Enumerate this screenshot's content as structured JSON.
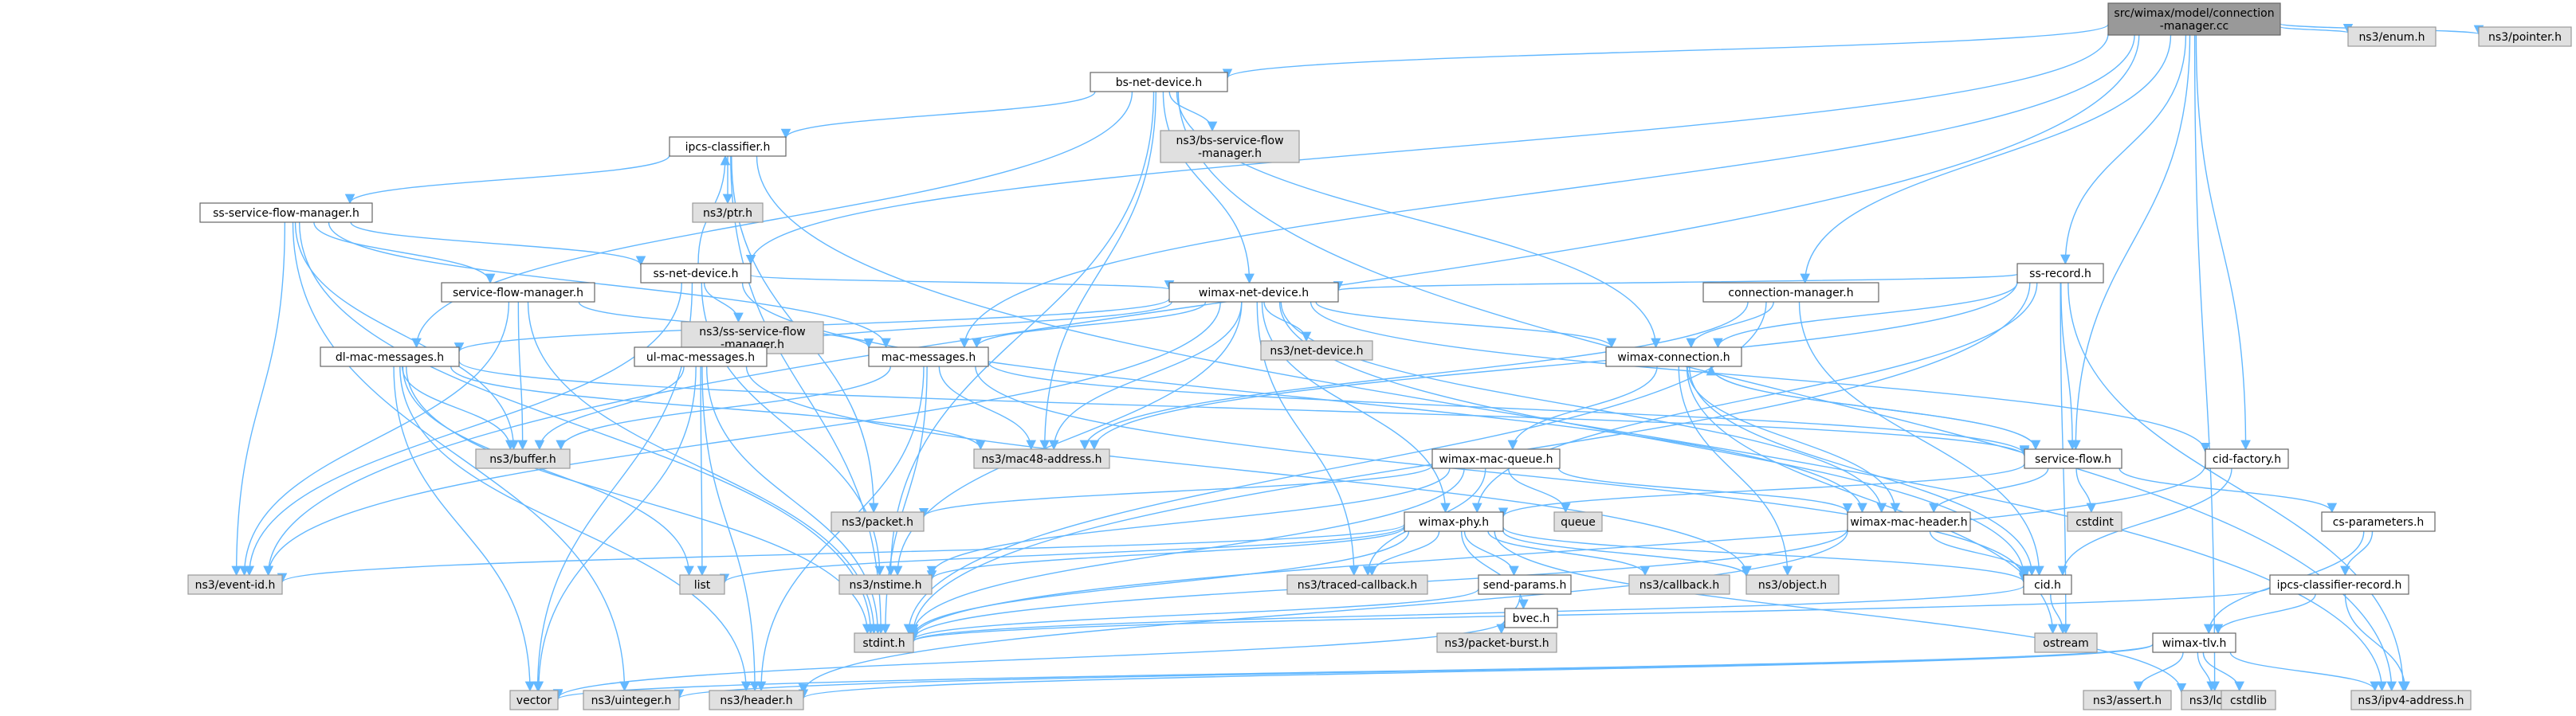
{
  "diagram": {
    "style": {
      "edge_color": "#63b8ff",
      "root_fill": "#999999",
      "root_stroke": "#666666",
      "doc_fill": "#ffffff",
      "doc_stroke": "#666666",
      "ext_fill": "#e0e0e0",
      "ext_stroke": "#999999"
    },
    "nodes": [
      {
        "id": "root",
        "kind": "root",
        "lines": [
          "src/wimax/model/connection",
          "-manager.cc"
        ]
      },
      {
        "id": "bs",
        "kind": "doc",
        "lines": [
          "bs-net-device.h"
        ]
      },
      {
        "id": "enum",
        "kind": "ext",
        "lines": [
          "ns3/enum.h"
        ]
      },
      {
        "id": "pointer",
        "kind": "ext",
        "lines": [
          "ns3/pointer.h"
        ]
      },
      {
        "id": "bssf",
        "kind": "ext",
        "lines": [
          "ns3/bs-service-flow",
          "-manager.h"
        ]
      },
      {
        "id": "ipcs",
        "kind": "doc",
        "lines": [
          "ipcs-classifier.h"
        ]
      },
      {
        "id": "ptr",
        "kind": "ext",
        "lines": [
          "ns3/ptr.h"
        ]
      },
      {
        "id": "sssfm",
        "kind": "doc",
        "lines": [
          "ss-service-flow-manager.h"
        ]
      },
      {
        "id": "ssnet",
        "kind": "doc",
        "lines": [
          "ss-net-device.h"
        ]
      },
      {
        "id": "sssf",
        "kind": "ext",
        "lines": [
          "ns3/ss-service-flow",
          "-manager.h"
        ]
      },
      {
        "id": "sfm",
        "kind": "doc",
        "lines": [
          "service-flow-manager.h"
        ]
      },
      {
        "id": "ssrec",
        "kind": "doc",
        "lines": [
          "ss-record.h"
        ]
      },
      {
        "id": "cm",
        "kind": "doc",
        "lines": [
          "connection-manager.h"
        ]
      },
      {
        "id": "wnd",
        "kind": "doc",
        "lines": [
          "wimax-net-device.h"
        ]
      },
      {
        "id": "netdev",
        "kind": "ext",
        "lines": [
          "ns3/net-device.h"
        ]
      },
      {
        "id": "dl",
        "kind": "doc",
        "lines": [
          "dl-mac-messages.h"
        ]
      },
      {
        "id": "ul",
        "kind": "doc",
        "lines": [
          "ul-mac-messages.h"
        ]
      },
      {
        "id": "macmsg",
        "kind": "doc",
        "lines": [
          "mac-messages.h"
        ]
      },
      {
        "id": "wconn",
        "kind": "doc",
        "lines": [
          "wimax-connection.h"
        ]
      },
      {
        "id": "buffer",
        "kind": "ext",
        "lines": [
          "ns3/buffer.h"
        ]
      },
      {
        "id": "mac48",
        "kind": "ext",
        "lines": [
          "ns3/mac48-address.h"
        ]
      },
      {
        "id": "wmq",
        "kind": "doc",
        "lines": [
          "wimax-mac-queue.h"
        ]
      },
      {
        "id": "sf",
        "kind": "doc",
        "lines": [
          "service-flow.h"
        ]
      },
      {
        "id": "cidf",
        "kind": "doc",
        "lines": [
          "cid-factory.h"
        ]
      },
      {
        "id": "packet",
        "kind": "ext",
        "lines": [
          "ns3/packet.h"
        ]
      },
      {
        "id": "queue",
        "kind": "ext",
        "lines": [
          "queue"
        ]
      },
      {
        "id": "cstdint",
        "kind": "ext",
        "lines": [
          "cstdint"
        ]
      },
      {
        "id": "wphy",
        "kind": "doc",
        "lines": [
          "wimax-phy.h"
        ]
      },
      {
        "id": "wmh",
        "kind": "doc",
        "lines": [
          "wimax-mac-header.h"
        ]
      },
      {
        "id": "csp",
        "kind": "doc",
        "lines": [
          "cs-parameters.h"
        ]
      },
      {
        "id": "eventid",
        "kind": "ext",
        "lines": [
          "ns3/event-id.h"
        ]
      },
      {
        "id": "list",
        "kind": "ext",
        "lines": [
          "list"
        ]
      },
      {
        "id": "nstime",
        "kind": "ext",
        "lines": [
          "ns3/nstime.h"
        ]
      },
      {
        "id": "traced",
        "kind": "ext",
        "lines": [
          "ns3/traced-callback.h"
        ]
      },
      {
        "id": "sendp",
        "kind": "doc",
        "lines": [
          "send-params.h"
        ]
      },
      {
        "id": "callback",
        "kind": "ext",
        "lines": [
          "ns3/callback.h"
        ]
      },
      {
        "id": "object",
        "kind": "ext",
        "lines": [
          "ns3/object.h"
        ]
      },
      {
        "id": "cid",
        "kind": "doc",
        "lines": [
          "cid.h"
        ]
      },
      {
        "id": "ipcsrec",
        "kind": "doc",
        "lines": [
          "ipcs-classifier-record.h"
        ]
      },
      {
        "id": "stdint",
        "kind": "ext",
        "lines": [
          "stdint.h"
        ]
      },
      {
        "id": "ostream",
        "kind": "ext",
        "lines": [
          "ostream"
        ]
      },
      {
        "id": "pburst",
        "kind": "ext",
        "lines": [
          "ns3/packet-burst.h"
        ]
      },
      {
        "id": "bvec",
        "kind": "doc",
        "lines": [
          "bvec.h"
        ]
      },
      {
        "id": "tlv",
        "kind": "doc",
        "lines": [
          "wimax-tlv.h"
        ]
      },
      {
        "id": "vector",
        "kind": "ext",
        "lines": [
          "vector"
        ]
      },
      {
        "id": "uinteger",
        "kind": "ext",
        "lines": [
          "ns3/uinteger.h"
        ]
      },
      {
        "id": "header",
        "kind": "ext",
        "lines": [
          "ns3/header.h"
        ]
      },
      {
        "id": "log",
        "kind": "ext",
        "lines": [
          "ns3/log.h"
        ]
      },
      {
        "id": "assert",
        "kind": "ext",
        "lines": [
          "ns3/assert.h"
        ]
      },
      {
        "id": "cstdlib",
        "kind": "ext",
        "lines": [
          "cstdlib"
        ]
      },
      {
        "id": "ipv4",
        "kind": "ext",
        "lines": [
          "ns3/ipv4-address.h"
        ]
      }
    ],
    "edges": [
      [
        "root",
        "bs"
      ],
      [
        "root",
        "enum"
      ],
      [
        "root",
        "pointer"
      ],
      [
        "root",
        "ssnet"
      ],
      [
        "root",
        "macmsg"
      ],
      [
        "root",
        "eventid"
      ],
      [
        "root",
        "ssrec"
      ],
      [
        "root",
        "cm"
      ],
      [
        "root",
        "sf"
      ],
      [
        "root",
        "cidf"
      ],
      [
        "root",
        "log"
      ],
      [
        "bs",
        "bssf"
      ],
      [
        "bs",
        "ipcs"
      ],
      [
        "bs",
        "wnd"
      ],
      [
        "bs",
        "mac48"
      ],
      [
        "bs",
        "nstime"
      ],
      [
        "bs",
        "dl"
      ],
      [
        "bs",
        "wconn"
      ],
      [
        "bs",
        "ipv4"
      ],
      [
        "ipcs",
        "ptr"
      ],
      [
        "ipcs",
        "sssfm"
      ],
      [
        "ipcs",
        "packet"
      ],
      [
        "ipcs",
        "stdint"
      ],
      [
        "ipcs",
        "ipv4"
      ],
      [
        "sssfm",
        "ssnet"
      ],
      [
        "sssfm",
        "sfm"
      ],
      [
        "sssfm",
        "macmsg"
      ],
      [
        "sssfm",
        "buffer"
      ],
      [
        "sssfm",
        "eventid"
      ],
      [
        "sssfm",
        "stdint"
      ],
      [
        "sssfm",
        "uinteger"
      ],
      [
        "ssnet",
        "ipcs"
      ],
      [
        "ssnet",
        "sssf"
      ],
      [
        "ssnet",
        "wnd"
      ],
      [
        "ssnet",
        "eventid"
      ],
      [
        "ssnet",
        "nstime"
      ],
      [
        "ssnet",
        "wmh"
      ],
      [
        "ssnet",
        "vector"
      ],
      [
        "sfm",
        "macmsg"
      ],
      [
        "sfm",
        "buffer"
      ],
      [
        "sfm",
        "eventid"
      ],
      [
        "sfm",
        "stdint"
      ],
      [
        "ssrec",
        "wnd"
      ],
      [
        "ssrec",
        "mac48"
      ],
      [
        "ssrec",
        "wconn"
      ],
      [
        "ssrec",
        "sf"
      ],
      [
        "ssrec",
        "wphy"
      ],
      [
        "ssrec",
        "stdint"
      ],
      [
        "ssrec",
        "ostream"
      ],
      [
        "ssrec",
        "ipv4"
      ],
      [
        "cm",
        "wconn"
      ],
      [
        "cm",
        "cid"
      ],
      [
        "cm",
        "mac48"
      ],
      [
        "cm",
        "stdint"
      ],
      [
        "wnd",
        "netdev"
      ],
      [
        "wnd",
        "dl"
      ],
      [
        "wnd",
        "ul"
      ],
      [
        "wnd",
        "macmsg"
      ],
      [
        "wnd",
        "wconn"
      ],
      [
        "wnd",
        "mac48"
      ],
      [
        "wnd",
        "wphy"
      ],
      [
        "wnd",
        "wmh"
      ],
      [
        "wnd",
        "traced"
      ],
      [
        "wnd",
        "nstime"
      ],
      [
        "wnd",
        "eventid"
      ],
      [
        "wnd",
        "cidf"
      ],
      [
        "wnd",
        "cid"
      ],
      [
        "dl",
        "buffer"
      ],
      [
        "dl",
        "mac48"
      ],
      [
        "dl",
        "sf"
      ],
      [
        "dl",
        "list"
      ],
      [
        "dl",
        "stdint"
      ],
      [
        "dl",
        "vector"
      ],
      [
        "dl",
        "header"
      ],
      [
        "ul",
        "buffer"
      ],
      [
        "ul",
        "list"
      ],
      [
        "ul",
        "stdint"
      ],
      [
        "ul",
        "vector"
      ],
      [
        "ul",
        "header"
      ],
      [
        "ul",
        "object"
      ],
      [
        "macmsg",
        "buffer"
      ],
      [
        "macmsg",
        "mac48"
      ],
      [
        "macmsg",
        "sf"
      ],
      [
        "macmsg",
        "cid"
      ],
      [
        "macmsg",
        "stdint"
      ],
      [
        "macmsg",
        "header"
      ],
      [
        "wconn",
        "wmq"
      ],
      [
        "wconn",
        "sf"
      ],
      [
        "wconn",
        "wmh"
      ],
      [
        "wconn",
        "cid"
      ],
      [
        "wconn",
        "object"
      ],
      [
        "wconn",
        "ostream"
      ],
      [
        "wmq",
        "wmh"
      ],
      [
        "wmq",
        "packet"
      ],
      [
        "wmq",
        "queue"
      ],
      [
        "wmq",
        "nstime"
      ],
      [
        "wmq",
        "traced"
      ],
      [
        "wmq",
        "stdint"
      ],
      [
        "sf",
        "wconn"
      ],
      [
        "sf",
        "cstdint"
      ],
      [
        "sf",
        "csp"
      ],
      [
        "sf",
        "wphy"
      ],
      [
        "sf",
        "wmh"
      ],
      [
        "cidf",
        "cid"
      ],
      [
        "cidf",
        "stdint"
      ],
      [
        "wphy",
        "eventid"
      ],
      [
        "wphy",
        "list"
      ],
      [
        "wphy",
        "nstime"
      ],
      [
        "wphy",
        "traced"
      ],
      [
        "wphy",
        "sendp"
      ],
      [
        "wphy",
        "callback"
      ],
      [
        "wphy",
        "object"
      ],
      [
        "wphy",
        "bvec"
      ],
      [
        "wphy",
        "cid"
      ],
      [
        "wphy",
        "stdint"
      ],
      [
        "wphy",
        "log"
      ],
      [
        "wmh",
        "cid"
      ],
      [
        "wmh",
        "header"
      ],
      [
        "wmh",
        "stdint"
      ],
      [
        "csp",
        "ipcsrec"
      ],
      [
        "csp",
        "tlv"
      ],
      [
        "ipcsrec",
        "stdint"
      ],
      [
        "ipcsrec",
        "ipv4"
      ],
      [
        "ipcsrec",
        "tlv"
      ],
      [
        "sendp",
        "pburst"
      ],
      [
        "sendp",
        "stdint"
      ],
      [
        "cid",
        "ostream"
      ],
      [
        "cid",
        "stdint"
      ],
      [
        "bvec",
        "vector"
      ],
      [
        "tlv",
        "vector"
      ],
      [
        "tlv",
        "uinteger"
      ],
      [
        "tlv",
        "header"
      ],
      [
        "tlv",
        "log"
      ],
      [
        "tlv",
        "assert"
      ],
      [
        "tlv",
        "cstdlib"
      ],
      [
        "tlv",
        "ipv4"
      ]
    ]
  }
}
